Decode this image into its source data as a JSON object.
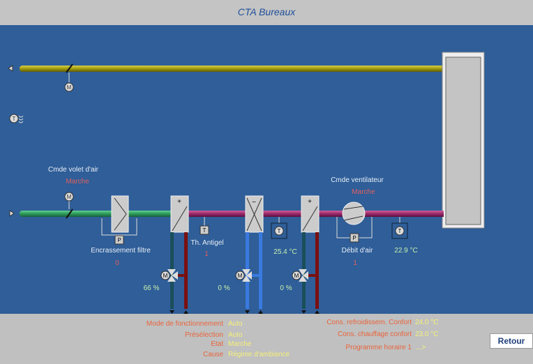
{
  "title": "CTA Bureaux",
  "synoptic": {
    "damper": {
      "label": "Cmde volet d'air",
      "status": "Marche"
    },
    "filter": {
      "label": "Encrassement filtre",
      "value": "0"
    },
    "antifreeze": {
      "label": "Th. Antigel",
      "value": "1"
    },
    "heating_valve_1": {
      "value": "66 %"
    },
    "cooling_valve": {
      "value": "0 %"
    },
    "heating_valve_2": {
      "value": "0 %"
    },
    "temp_after_cooling": {
      "value": "25.4 °C"
    },
    "fan": {
      "label": "Cmde ventilateur",
      "status": "Marche"
    },
    "airflow": {
      "label": "Débit d'air",
      "value": "1"
    },
    "supply_temp": {
      "value": "22.9 °C"
    },
    "colors": {
      "exhaust_duct": "#a09a10",
      "fresh_duct": "#2e9a5a",
      "supply_duct": "#9a2a6a",
      "background": "#2f5e98"
    }
  },
  "status": {
    "mode": {
      "label": "Mode de fonctionnement",
      "value": "Auto"
    },
    "preselection": {
      "label": "Présélection",
      "value": "Auto"
    },
    "etat": {
      "label": "Etat",
      "value": "Marche"
    },
    "cause": {
      "label": "Cause",
      "value": "Régime d'ambiance"
    },
    "cooling_setpoint": {
      "label": "Cons. refroidissem. Confort",
      "value": "24.0 °C"
    },
    "heating_setpoint": {
      "label": "Cons. chauffage confort",
      "value": "23.0 °C"
    },
    "schedule": {
      "label": "Programme horaire 1",
      "value": "...>"
    }
  },
  "retour_label": "Retour"
}
